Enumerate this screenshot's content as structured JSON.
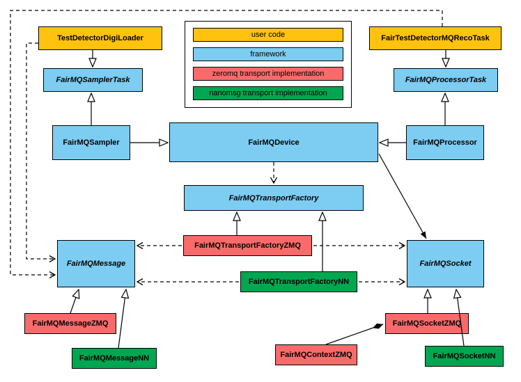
{
  "legend": {
    "items": [
      {
        "id": "user-code",
        "label": "user code",
        "color": "#ffc20e"
      },
      {
        "id": "framework",
        "label": "framework",
        "color": "#7dccf1"
      },
      {
        "id": "zeromq",
        "label": "zeromq transport implementation",
        "color": "#f96b6b"
      },
      {
        "id": "nanomsg",
        "label": "nanomsg transport implementation",
        "color": "#00a651"
      }
    ]
  },
  "nodes": {
    "test_detector_digi_loader": {
      "label": "TestDetectorDigiLoader",
      "category": "user code",
      "abstract": false
    },
    "fair_test_detector_mq_reco_task": {
      "label": "FairTestDetectorMQRecoTask",
      "category": "user code",
      "abstract": false
    },
    "fairmq_sampler_task": {
      "label": "FairMQSamplerTask",
      "category": "framework",
      "abstract": true
    },
    "fairmq_processor_task": {
      "label": "FairMQProcessorTask",
      "category": "framework",
      "abstract": true
    },
    "fairmq_sampler": {
      "label": "FairMQSampler",
      "category": "framework",
      "abstract": false
    },
    "fairmq_device": {
      "label": "FairMQDevice",
      "category": "framework",
      "abstract": false
    },
    "fairmq_processor": {
      "label": "FairMQProcessor",
      "category": "framework",
      "abstract": false
    },
    "fairmq_transport_factory": {
      "label": "FairMQTransportFactory",
      "category": "framework",
      "abstract": true
    },
    "fairmq_transport_factory_zmq": {
      "label": "FairMQTransportFactoryZMQ",
      "category": "zeromq",
      "abstract": false
    },
    "fairmq_transport_factory_nn": {
      "label": "FairMQTransportFactoryNN",
      "category": "nanomsg",
      "abstract": false
    },
    "fairmq_message": {
      "label": "FairMQMessage",
      "category": "framework",
      "abstract": true
    },
    "fairmq_socket": {
      "label": "FairMQSocket",
      "category": "framework",
      "abstract": true
    },
    "fairmq_message_zmq": {
      "label": "FairMQMessageZMQ",
      "category": "zeromq",
      "abstract": false
    },
    "fairmq_message_nn": {
      "label": "FairMQMessageNN",
      "category": "nanomsg",
      "abstract": false
    },
    "fairmq_context_zmq": {
      "label": "FairMQContextZMQ",
      "category": "zeromq",
      "abstract": false
    },
    "fairmq_socket_zmq": {
      "label": "FairMQSocketZMQ",
      "category": "zeromq",
      "abstract": false
    },
    "fairmq_socket_nn": {
      "label": "FairMQSocketNN",
      "category": "nanomsg",
      "abstract": false
    }
  },
  "edges": [
    {
      "from": "TestDetectorDigiLoader",
      "to": "FairMQSamplerTask",
      "type": "inheritance"
    },
    {
      "from": "FairMQSampler",
      "to": "FairMQSamplerTask",
      "type": "inheritance"
    },
    {
      "from": "FairMQSampler",
      "to": "FairMQDevice",
      "type": "inheritance"
    },
    {
      "from": "FairMQProcessor",
      "to": "FairMQDevice",
      "type": "inheritance"
    },
    {
      "from": "FairMQProcessor",
      "to": "FairMQProcessorTask",
      "type": "inheritance"
    },
    {
      "from": "FairTestDetectorMQRecoTask",
      "to": "FairMQProcessorTask",
      "type": "inheritance"
    },
    {
      "from": "FairMQDevice",
      "to": "FairMQTransportFactory",
      "type": "dependency"
    },
    {
      "from": "FairMQTransportFactoryZMQ",
      "to": "FairMQTransportFactory",
      "type": "inheritance"
    },
    {
      "from": "FairMQTransportFactoryNN",
      "to": "FairMQTransportFactory",
      "type": "inheritance"
    },
    {
      "from": "FairMQDevice",
      "to": "FairMQSocket",
      "type": "association"
    },
    {
      "from": "FairMQTransportFactoryZMQ",
      "to": "FairMQMessage",
      "type": "dependency"
    },
    {
      "from": "FairMQTransportFactoryZMQ",
      "to": "FairMQSocket",
      "type": "dependency"
    },
    {
      "from": "FairMQTransportFactoryNN",
      "to": "FairMQMessage",
      "type": "dependency"
    },
    {
      "from": "FairMQTransportFactoryNN",
      "to": "FairMQSocket",
      "type": "dependency"
    },
    {
      "from": "TestDetectorDigiLoader",
      "to": "FairMQMessage",
      "type": "dependency"
    },
    {
      "from": "FairTestDetectorMQRecoTask",
      "to": "FairMQMessage",
      "type": "dependency"
    },
    {
      "from": "FairMQMessageZMQ",
      "to": "FairMQMessage",
      "type": "inheritance"
    },
    {
      "from": "FairMQMessageNN",
      "to": "FairMQMessage",
      "type": "inheritance"
    },
    {
      "from": "FairMQSocketZMQ",
      "to": "FairMQSocket",
      "type": "inheritance"
    },
    {
      "from": "FairMQSocketNN",
      "to": "FairMQSocket",
      "type": "inheritance"
    },
    {
      "from": "FairMQContextZMQ",
      "to": "FairMQSocketZMQ",
      "type": "composition"
    }
  ]
}
